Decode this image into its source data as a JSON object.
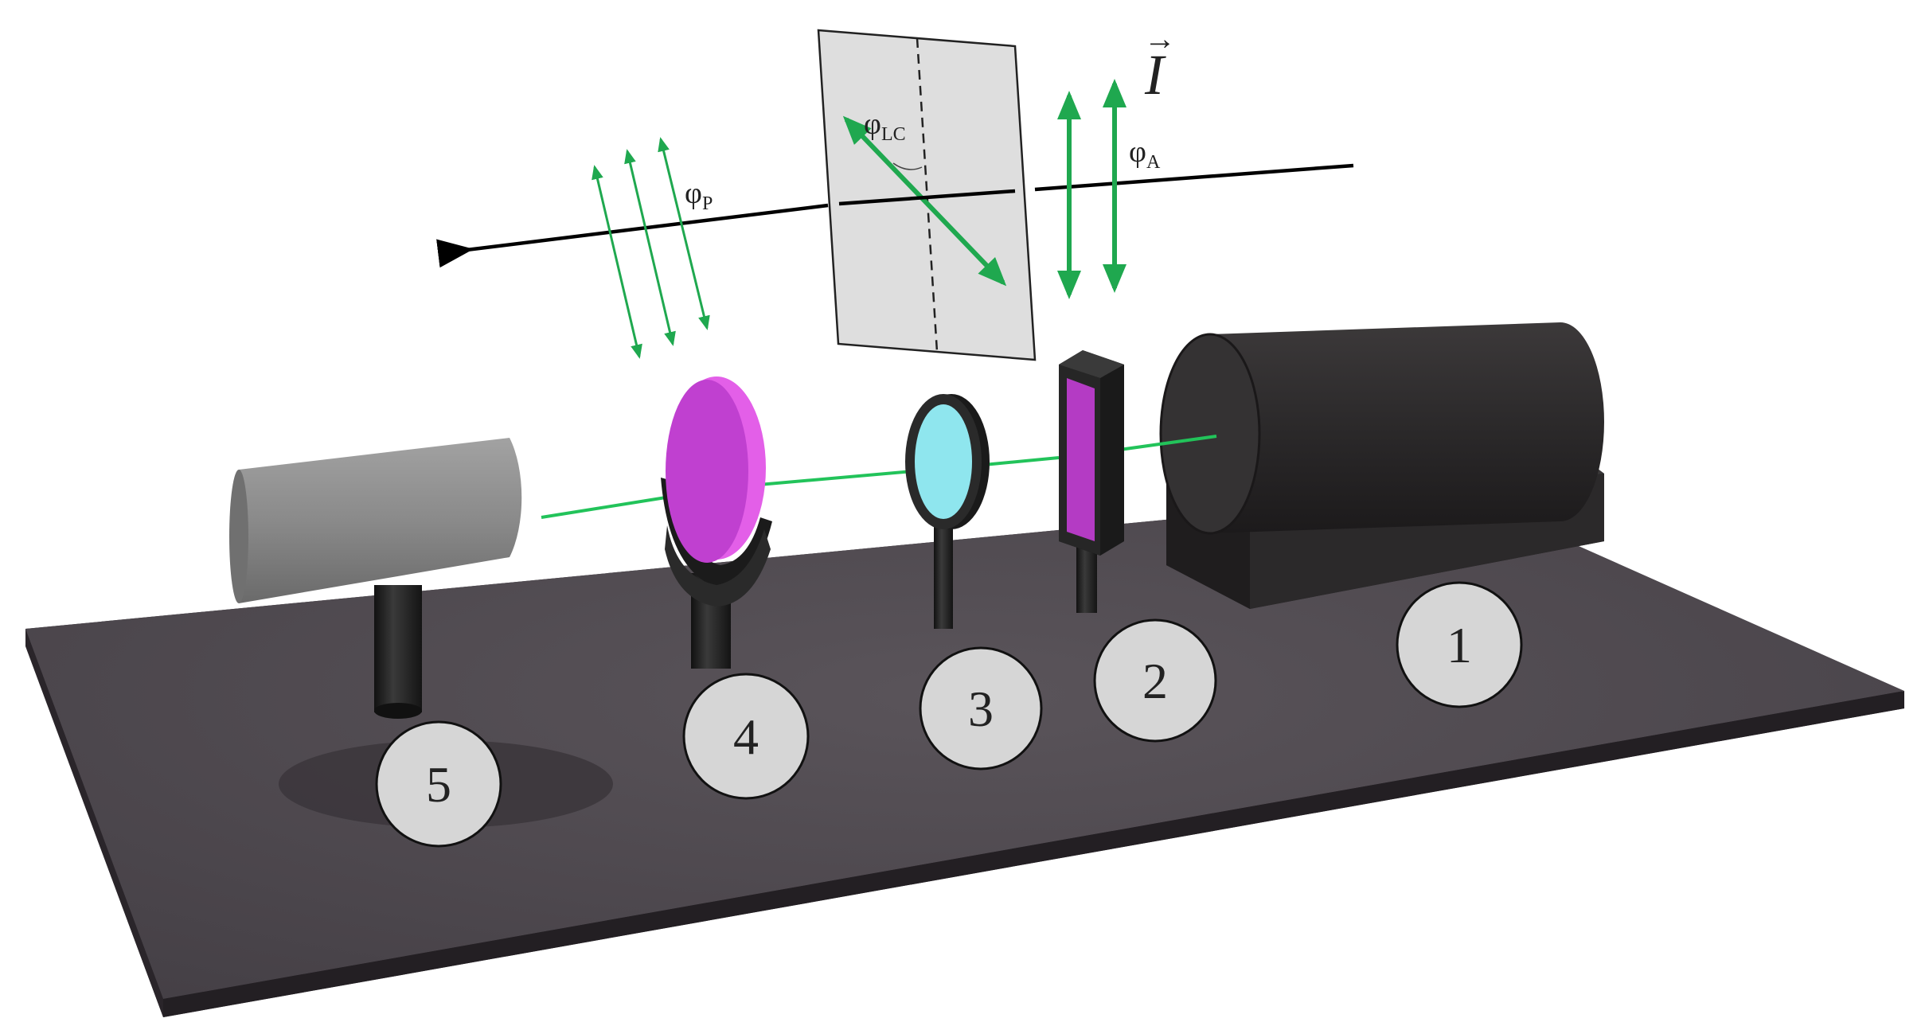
{
  "schematic": {
    "labels": {
      "phi_p_base": "φ",
      "phi_p_sub": "P",
      "phi_lc_base": "φ",
      "phi_lc_sub": "LC",
      "phi_a_base": "φ",
      "phi_a_sub": "A",
      "intensity_symbol": "I",
      "intensity_arrow": "→"
    }
  },
  "components": [
    {
      "number": "1"
    },
    {
      "number": "2"
    },
    {
      "number": "3"
    },
    {
      "number": "4"
    },
    {
      "number": "5"
    }
  ],
  "colors": {
    "beam": "#22c35a",
    "polarization_arrows": "#1fa84f",
    "table_top": "#4c464d",
    "table_edge": "#2d282d",
    "laser_body": "#2a2829",
    "detector_body": "#8a8a8a",
    "filter_magenta": "#c040d0",
    "lens_cyan": "#8fe6ee",
    "lc_cell": "#dedede",
    "label_circle": "#d6d6d6"
  }
}
